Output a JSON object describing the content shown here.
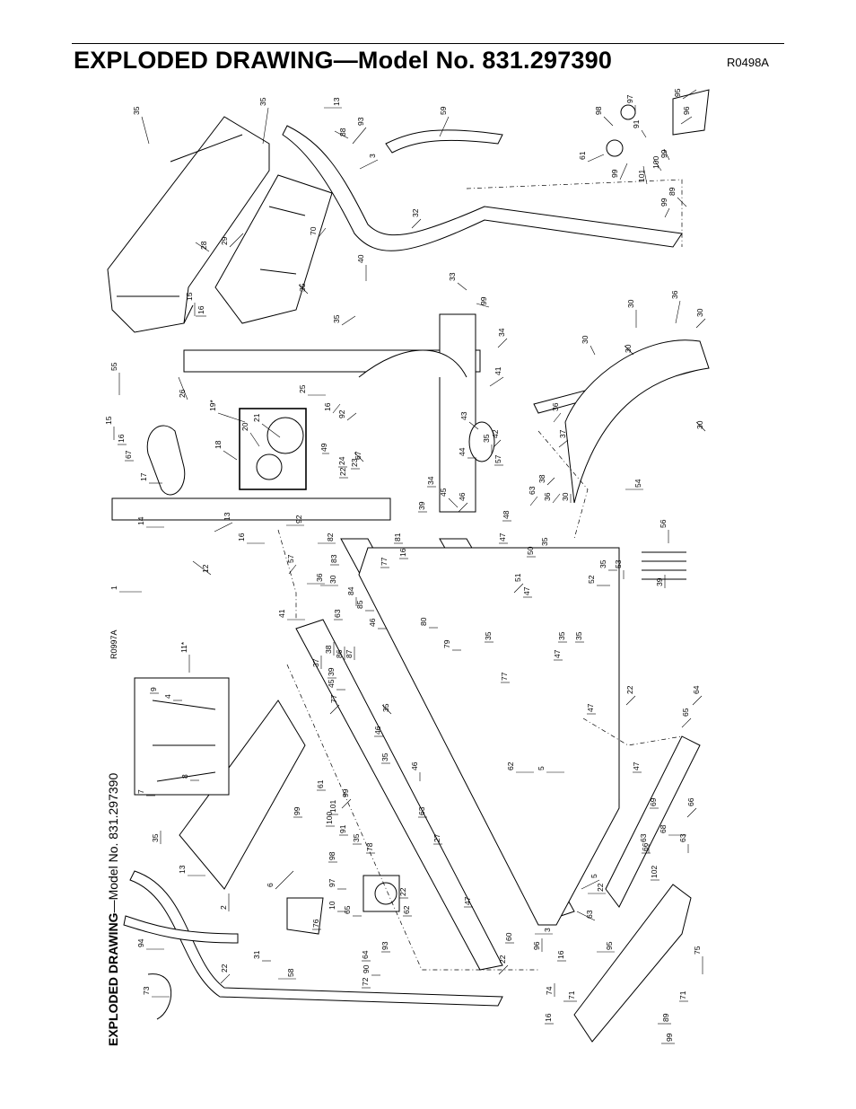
{
  "header": {
    "title": "EXPLODED DRAWING—Model No. 831.297390",
    "drawing_code": "R0498A"
  },
  "rotated_header": {
    "title_main": "EXPLODED DRAWING",
    "title_model": "—Model No. 831.297390",
    "drawing_code": "R0997A"
  },
  "callouts": [
    "35",
    "35",
    "13",
    "88",
    "93",
    "59",
    "97",
    "95",
    "98",
    "96",
    "91",
    "61",
    "99",
    "100",
    "101",
    "99",
    "3",
    "89",
    "99",
    "32",
    "28",
    "29",
    "70",
    "35",
    "40",
    "33",
    "99",
    "15",
    "16",
    "35",
    "55",
    "26",
    "34",
    "36",
    "30",
    "30",
    "41",
    "30",
    "30",
    "19*",
    "20",
    "21",
    "25",
    "16",
    "92",
    "43",
    "36",
    "42",
    "37",
    "15",
    "16",
    "67",
    "17",
    "18",
    "49",
    "22",
    "24",
    "23",
    "67",
    "44",
    "57",
    "35",
    "38",
    "63",
    "54",
    "36",
    "30",
    "48",
    "46",
    "45",
    "39",
    "34",
    "14",
    "13",
    "12",
    "16",
    "92",
    "82",
    "81",
    "16",
    "83",
    "77",
    "47",
    "50",
    "35",
    "56",
    "30",
    "53",
    "35",
    "52",
    "39",
    "1",
    "57",
    "36",
    "30",
    "51",
    "47",
    "80",
    "79",
    "35",
    "84",
    "85",
    "46",
    "41",
    "63",
    "38",
    "86",
    "87",
    "39",
    "35",
    "45",
    "37",
    "47",
    "35",
    "77",
    "11*",
    "9",
    "4",
    "8",
    "7",
    "22",
    "64",
    "65",
    "47",
    "35",
    "46",
    "62",
    "5",
    "47",
    "63",
    "69",
    "77",
    "66",
    "35",
    "46",
    "61",
    "99",
    "101",
    "100",
    "91",
    "35",
    "63",
    "78",
    "27",
    "68",
    "63",
    "66",
    "102",
    "6",
    "13",
    "35",
    "99",
    "98",
    "97",
    "10",
    "22",
    "65",
    "5",
    "22",
    "47",
    "90",
    "63",
    "96",
    "62",
    "76",
    "60",
    "3",
    "93",
    "2",
    "94",
    "22",
    "31",
    "64",
    "16",
    "95",
    "75",
    "58",
    "22",
    "73",
    "72",
    "74",
    "71",
    "16",
    "71",
    "89",
    "99"
  ]
}
